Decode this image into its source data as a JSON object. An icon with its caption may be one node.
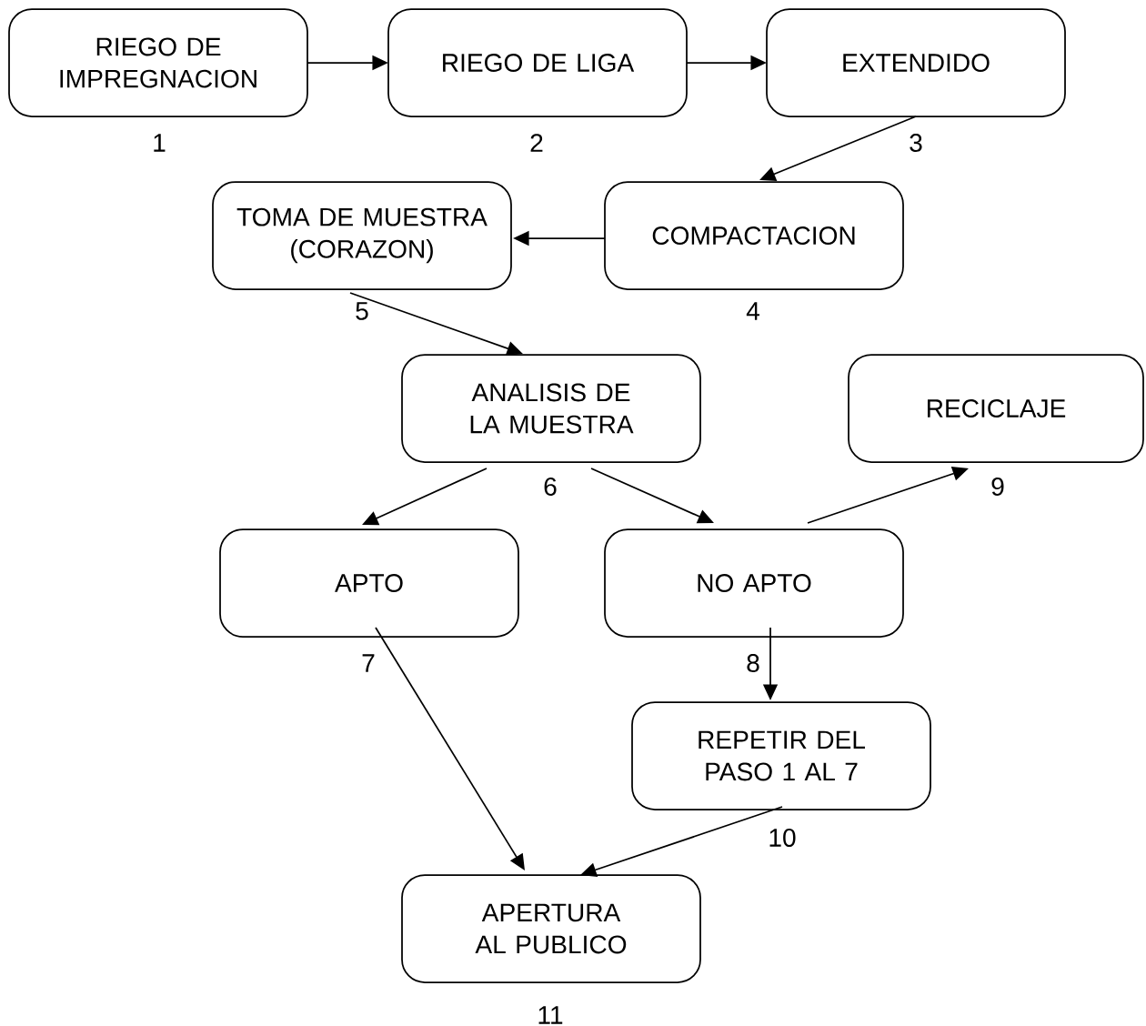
{
  "diagram": {
    "nodes": [
      {
        "text": [
          "RIEGO DE IMPREGNACION"
        ],
        "beside": [
          "1"
        ]
      },
      {
        "text": [
          "RIEGO DE LIGA"
        ],
        "beside": [
          "2"
        ]
      },
      {
        "text": [
          "EXTENDIDO"
        ],
        "beside": [
          "3"
        ]
      },
      {
        "text": [
          "COMPACTACION"
        ],
        "beside": [
          "4"
        ]
      },
      {
        "text": [
          "TOMA DE MUESTRA (CORAZON)"
        ],
        "beside": [
          "5"
        ]
      },
      {
        "text": [
          "ANALISIS DE LA MUESTRA"
        ],
        "beside": [
          "6"
        ]
      },
      {
        "text": [
          "RECICLAJE"
        ],
        "beside": [
          "9"
        ]
      },
      {
        "text": [
          "APTO"
        ],
        "beside": [
          "7"
        ]
      },
      {
        "text": [
          "NO APTO"
        ],
        "beside": [
          "8"
        ]
      },
      {
        "text": [
          "REPETIR DEL PASO 1 AL 7"
        ],
        "beside": [
          "10"
        ]
      },
      {
        "text": [
          "APERTURA AL PUBLICO"
        ],
        "beside": [
          "11"
        ]
      }
    ],
    "edges": [
      {
        "from": 0,
        "to": 1,
        "arrow": "to"
      },
      {
        "from": 1,
        "to": 2,
        "arrow": "to"
      },
      {
        "from": 2,
        "to": 3,
        "arrow": "to"
      },
      {
        "from": 3,
        "to": 4,
        "arrow": "to"
      },
      {
        "from": 4,
        "to": 5,
        "arrow": "to"
      },
      {
        "from": 5,
        "to": 7,
        "arrow": "to"
      },
      {
        "from": 5,
        "to": 8,
        "arrow": "to"
      },
      {
        "from": 8,
        "to": 6,
        "arrow": "to"
      },
      {
        "from": 8,
        "to": 9,
        "arrow": "to"
      },
      {
        "from": 7,
        "to": 10,
        "arrow": "to"
      },
      {
        "from": 9,
        "to": 10,
        "arrow": "to"
      }
    ]
  }
}
